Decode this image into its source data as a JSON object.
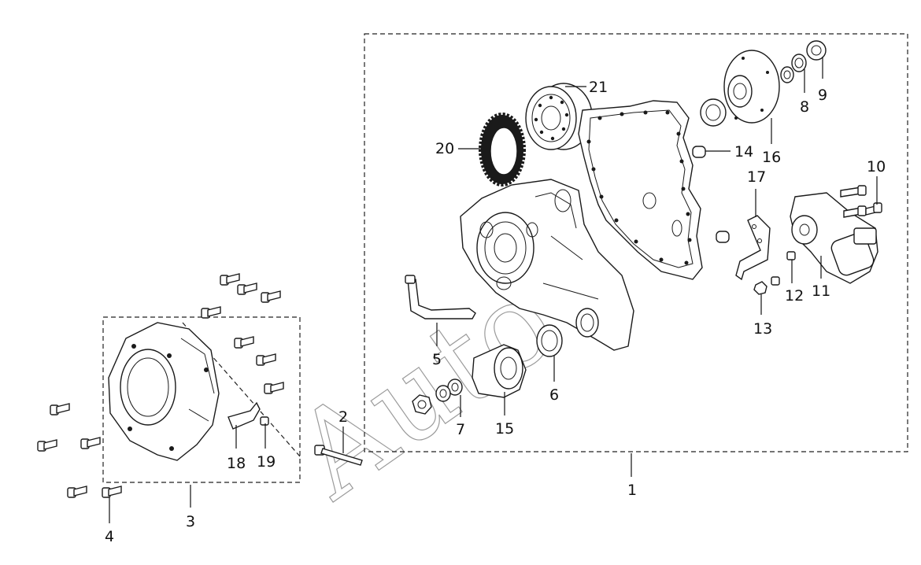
{
  "watermark": "Auto",
  "callouts": [
    {
      "id": "1",
      "label": "1"
    },
    {
      "id": "2",
      "label": "2"
    },
    {
      "id": "3",
      "label": "3"
    },
    {
      "id": "4",
      "label": "4"
    },
    {
      "id": "5",
      "label": "5"
    },
    {
      "id": "6",
      "label": "6"
    },
    {
      "id": "7",
      "label": "7"
    },
    {
      "id": "8",
      "label": "8"
    },
    {
      "id": "9",
      "label": "9"
    },
    {
      "id": "10",
      "label": "10"
    },
    {
      "id": "11",
      "label": "11"
    },
    {
      "id": "12",
      "label": "12"
    },
    {
      "id": "13",
      "label": "13"
    },
    {
      "id": "14",
      "label": "14"
    },
    {
      "id": "15",
      "label": "15"
    },
    {
      "id": "16",
      "label": "16"
    },
    {
      "id": "17",
      "label": "17"
    },
    {
      "id": "18",
      "label": "18"
    },
    {
      "id": "19",
      "label": "19"
    },
    {
      "id": "20",
      "label": "20"
    },
    {
      "id": "21",
      "label": "21"
    }
  ]
}
